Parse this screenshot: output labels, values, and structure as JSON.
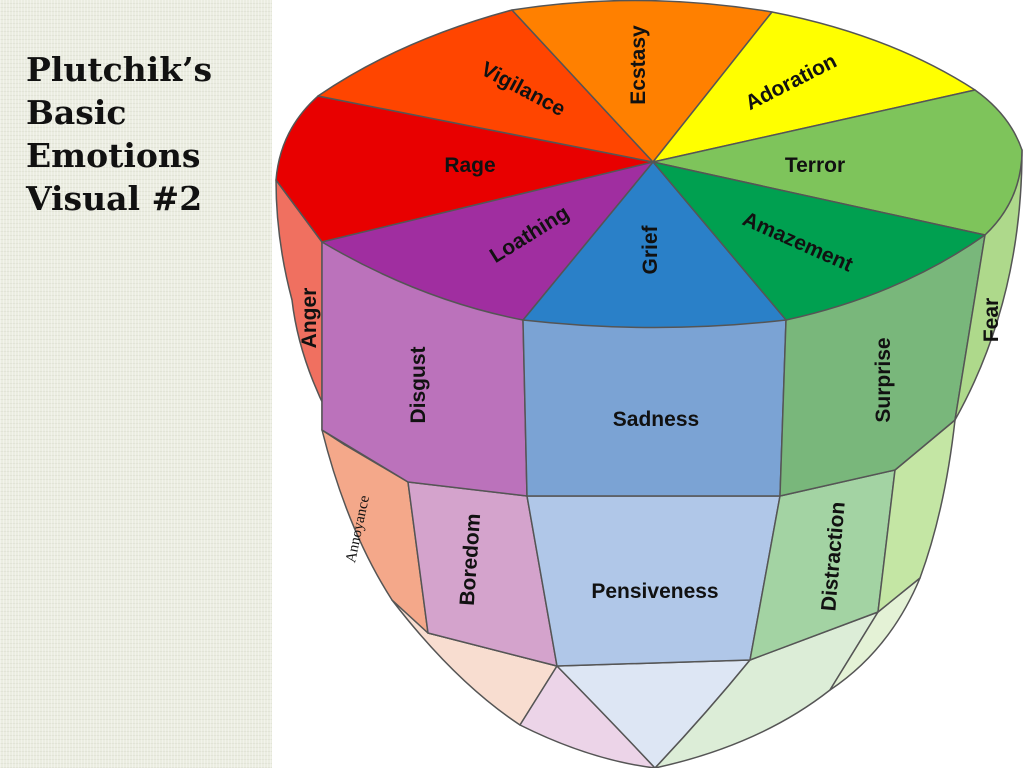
{
  "title_lines": [
    "Plutchik’s",
    "Basic",
    "Emotions",
    "Visual #2"
  ],
  "top_ring": {
    "vigilance": "Vigilance",
    "ecstasy": "Ecstasy",
    "adoration": "Adoration",
    "terror": "Terror",
    "amazement": "Amazement",
    "grief": "Grief",
    "loathing": "Loathing",
    "rage": "Rage"
  },
  "middle_ring": {
    "anger": "Anger",
    "disgust": "Disgust",
    "sadness": "Sadness",
    "surprise": "Surprise",
    "fear": "Fear"
  },
  "lower_ring": {
    "annoyance": "Annoyance",
    "boredom": "Boredom",
    "pensiveness": "Pensiveness",
    "distraction": "Distraction"
  },
  "colors": {
    "vigilance": "#ff4500",
    "ecstasy": "#ff8000",
    "adoration": "#ffff00",
    "terror": "#7ec45b",
    "amazement": "#00a050",
    "grief": "#2a80c8",
    "loathing": "#a02ea0",
    "rage": "#e80000",
    "anger": "#f07060",
    "disgust": "#bb72bb",
    "sadness": "#7ba3d4",
    "surprise": "#79b77b",
    "fear": "#aed98b",
    "annoyance": "#f4a88a",
    "boredom": "#d4a3cc",
    "pensiveness": "#b0c7e8",
    "distraction": "#a3d3a3"
  }
}
